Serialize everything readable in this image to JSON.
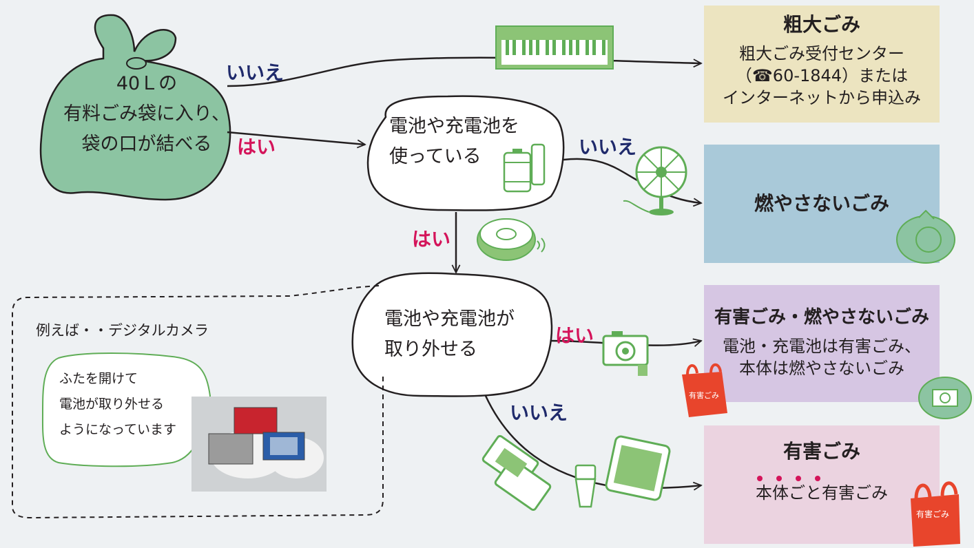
{
  "start_node": {
    "lines": [
      "40Ｌの",
      "有料ごみ袋に入り、",
      "袋の口が結べる"
    ]
  },
  "question_battery": {
    "lines": [
      "電池や充電池を",
      "使っている"
    ]
  },
  "question_removable": {
    "lines": [
      "電池や充電池が",
      "取り外せる"
    ]
  },
  "labels": {
    "no_1": "いいえ",
    "yes_1": "はい",
    "no_2": "いいえ",
    "yes_2": "はい",
    "yes_3": "はい",
    "no_3": "いいえ"
  },
  "example": {
    "heading": "例えば・・デジタルカメラ",
    "bubble_lines": [
      "ふたを開けて",
      "電池が取り外せる",
      "ようになっています"
    ]
  },
  "outcomes": {
    "oversized": {
      "title": "粗大ごみ",
      "lines": [
        "粗大ごみ受付センター",
        "（☎60-1844）または",
        "インターネットから申込み"
      ],
      "color": "#ece4c0"
    },
    "noncombustible": {
      "title": "燃やさないごみ",
      "color": "#a9c9d9"
    },
    "hazardous_and_noncombustible": {
      "title": "有害ごみ・燃やさないごみ",
      "lines": [
        "電池・充電池は有害ごみ、",
        "本体は燃やさないごみ"
      ],
      "color": "#d6c6e3"
    },
    "hazardous": {
      "title": "有害ごみ",
      "line": "本体ごと有害ごみ",
      "color": "#ebd3e0"
    }
  },
  "bag_label": "有害ごみ",
  "colors": {
    "green": "#5fad56",
    "bag_green": "#8cc4a2",
    "yes_red": "#d4145a",
    "no_navy": "#1f2a6b"
  }
}
